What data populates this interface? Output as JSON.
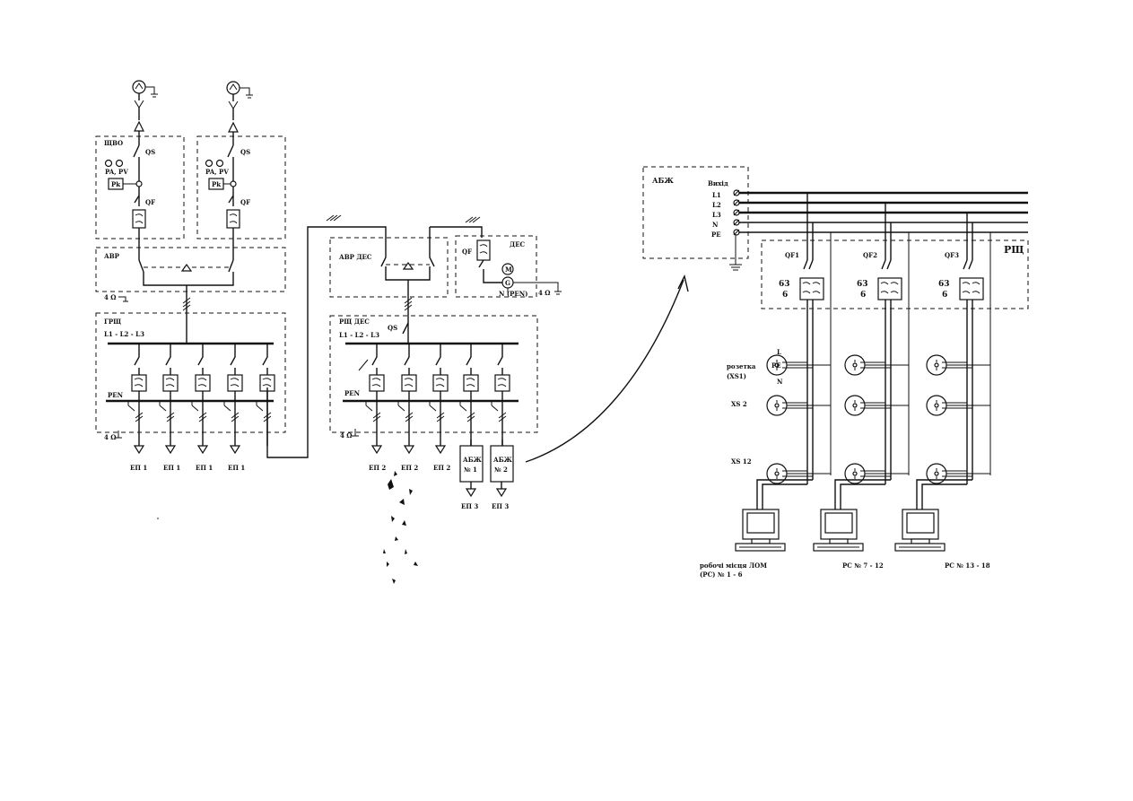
{
  "feeders_left": [
    {
      "panel": "ЩВО",
      "switch": "QS",
      "breaker": "QF",
      "meters": "PA, PV",
      "relay": "Pk"
    },
    {
      "panel": "",
      "switch": "QS",
      "breaker": "QF",
      "meters": "PA, PV",
      "relay": "Pk"
    }
  ],
  "avr": {
    "label": "АВР",
    "ground": "4 Ω"
  },
  "grsh": {
    "label": "ГРЩ",
    "bus": "L1 - L2 - L3",
    "pen": "PEN",
    "ground": "4 Ω",
    "outputs": [
      "ЕП 1",
      "ЕП 1",
      "ЕП 1",
      "ЕП 1"
    ]
  },
  "avr_dgs": {
    "label": "АВР ДЕС"
  },
  "dgs": {
    "label": "ДЕС",
    "breaker": "QF",
    "neutral": "N (PEN)",
    "ground": "4 Ω",
    "gen": "G",
    "motor": "M"
  },
  "rsh_dgs": {
    "label": "РЩ ДЕС",
    "switch": "QS",
    "bus": "L1 - L2 - L3",
    "pen": "PEN",
    "ground": "4 Ω",
    "outputs": [
      "ЕП 2",
      "ЕП 2",
      "ЕП 2"
    ],
    "ups": [
      {
        "name": "АБЖ",
        "num": "№ 1",
        "out": "ЕП 3"
      },
      {
        "name": "АБЖ",
        "num": "№ 2",
        "out": "ЕП 3"
      }
    ]
  },
  "ups_panel": {
    "label": "АБЖ",
    "out_title": "Вихід",
    "lines": [
      "L1",
      "L2",
      "L3",
      "N",
      "PE"
    ]
  },
  "rsh": {
    "label": "РЩ",
    "breakers": [
      {
        "name": "QF1",
        "rating": "63",
        "curve": "6"
      },
      {
        "name": "QF2",
        "rating": "63",
        "curve": "6"
      },
      {
        "name": "QF3",
        "rating": "63",
        "curve": "6"
      }
    ]
  },
  "sockets": {
    "socket_label": "розетка",
    "socket_id": "(XS1)",
    "xs2": "XS 2",
    "xs12": "XS 12",
    "pin_l": "L",
    "pin_pe": "PE",
    "pin_n": "N"
  },
  "workstations": [
    {
      "line1": "робочі місця ЛОМ",
      "line2": "(РС) № 1 - 6"
    },
    {
      "line1": "РС № 7 - 12",
      "line2": ""
    },
    {
      "line1": "РС № 13 - 18",
      "line2": ""
    }
  ],
  "colors": {
    "ink": "#111111",
    "paper": "#ffffff"
  }
}
